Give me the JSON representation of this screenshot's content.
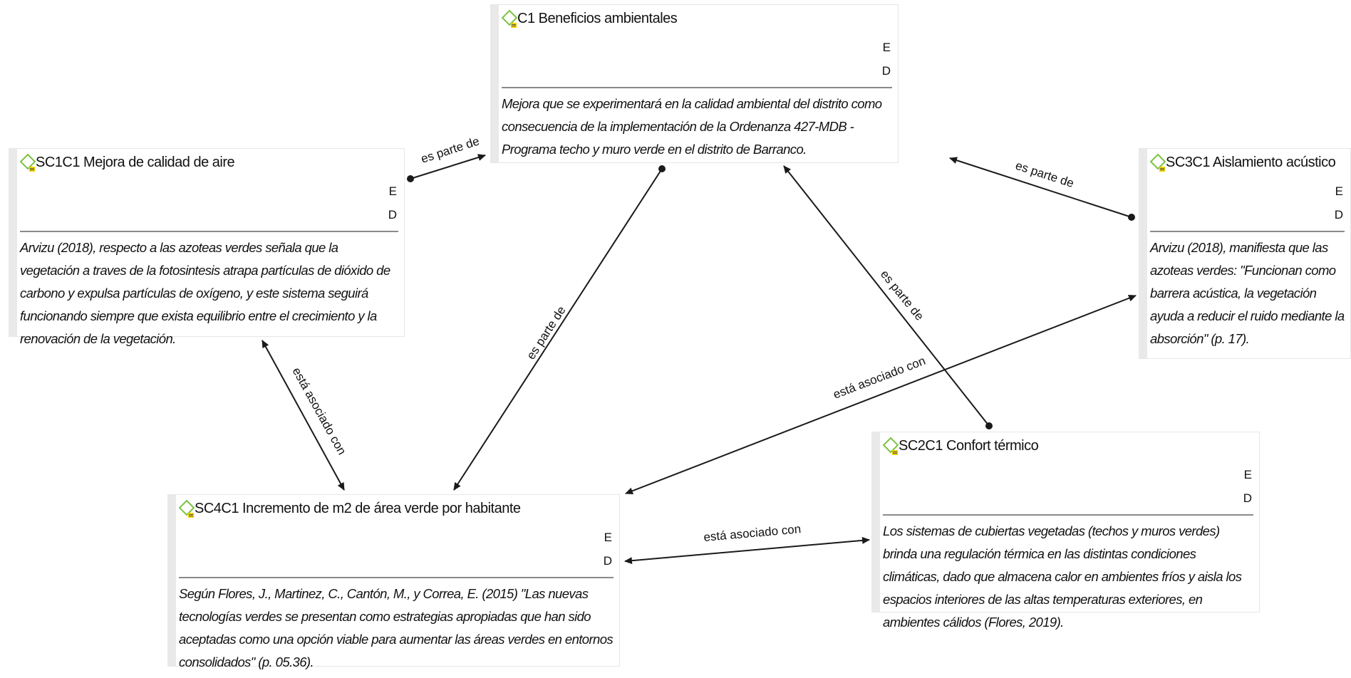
{
  "nodes": {
    "c1": {
      "title": "C1 Beneficios ambientales",
      "flag_e": "E",
      "flag_d": "D",
      "body": "Mejora que se experimentará en la calidad ambiental del distrito como consecuencia de la implementación de la Ordenanza 427-MDB - Programa techo y muro verde en el distrito de Barranco."
    },
    "sc1c1": {
      "title": "SC1C1 Mejora de calidad de aire",
      "flag_e": "E",
      "flag_d": "D",
      "body": "Arvizu (2018), respecto a las azoteas verdes señala que la vegetación a traves de la fotosintesis  atrapa partículas de dióxido de carbono y expulsa partículas de oxígeno, y este sistema seguirá funcionando siempre que exista equilibrio entre el crecimiento y la renovación de la vegetación."
    },
    "sc3c1": {
      "title": "SC3C1 Aislamiento acústico",
      "flag_e": "E",
      "flag_d": "D",
      "body": "Arvizu (2018), manifiesta que las azoteas verdes: \"Funcionan como barrera acústica, la vegetación ayuda a reducir el ruido mediante la absorción\" (p. 17)."
    },
    "sc2c1": {
      "title": "SC2C1 Confort térmico",
      "flag_e": "E",
      "flag_d": "D",
      "body": "Los sistemas de cubiertas vegetadas (techos y muros verdes) brinda una regulación térmica en las distintas condiciones climáticas, dado que almacena calor en ambientes fríos y aisla los espacios interiores de las altas temperaturas exteriores, en ambientes cálidos (Flores, 2019)."
    },
    "sc4c1": {
      "title": "SC4C1 Incremento de m2 de área verde por habitante",
      "flag_e": "E",
      "flag_d": "D",
      "body": "Según Flores, J., Martinez, C., Cantón, M., y Correa, E. (2015) \"Las nuevas tecnologías verdes se presentan como estrategias apropiadas que han sido aceptadas como una opción viable para aumentar las áreas verdes en entornos consolidados\" (p. 05.36)."
    }
  },
  "edges": [
    {
      "from": "sc1c1",
      "to": "c1",
      "label": "es parte de",
      "style": "dot-to-arrow"
    },
    {
      "from": "sc3c1",
      "to": "c1",
      "label": "es parte de",
      "style": "dot-to-arrow"
    },
    {
      "from": "sc2c1",
      "to": "c1",
      "label": "es parte de",
      "style": "dot-to-arrow"
    },
    {
      "from": "c1",
      "to": "sc4c1",
      "label": "es parte de",
      "style": "dot-to-arrow"
    },
    {
      "from": "sc1c1",
      "to": "sc4c1",
      "label": "está asociado con",
      "style": "double-arrow"
    },
    {
      "from": "sc4c1",
      "to": "sc3c1",
      "label": "está asociado con",
      "style": "double-arrow"
    },
    {
      "from": "sc4c1",
      "to": "sc2c1",
      "label": "está asociado con",
      "style": "double-arrow"
    }
  ],
  "colors": {
    "icon_green": "#7cc242",
    "icon_yellow": "#f2d200",
    "line": "#1a1a1a"
  }
}
